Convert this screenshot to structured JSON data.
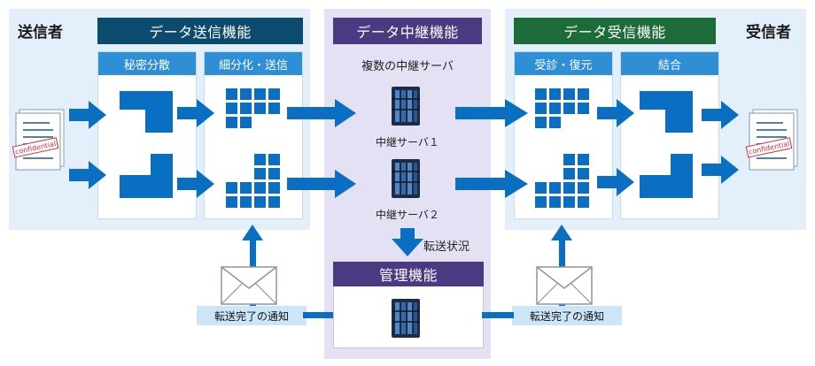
{
  "sender": {
    "title": "送信者"
  },
  "receiver": {
    "title": "受信者"
  },
  "send_function": {
    "title": "データ送信機能",
    "steps": [
      "秘密分散",
      "細分化・送信"
    ]
  },
  "relay_function": {
    "title": "データ中継機能",
    "subtitle": "複数の中継サーバ",
    "servers": [
      "中継サーバ１",
      "中継サーバ２"
    ]
  },
  "receive_function": {
    "title": "データ受信機能",
    "steps": [
      "受診・復元",
      "結合"
    ]
  },
  "management": {
    "title": "管理機能",
    "status_label": "転送状況"
  },
  "notifications": {
    "left": "転送完了の通知",
    "right": "転送完了の通知"
  },
  "document_stamp": "confidential",
  "colors": {
    "send_header": "#0c4a6e",
    "relay_header": "#4b3a82",
    "receive_header": "#1d6b38",
    "arrow": "#0a6fc2",
    "step_header": "#2e8ed6",
    "panel": "#e3f0fb",
    "relay_panel": "#e4e1f5"
  }
}
